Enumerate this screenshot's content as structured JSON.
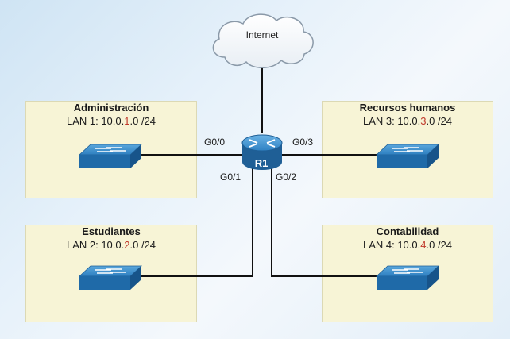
{
  "internet": {
    "label": "Internet"
  },
  "router": {
    "label": "R1",
    "ports": {
      "g0_0": "G0/0",
      "g0_1": "G0/1",
      "g0_2": "G0/2",
      "g0_3": "G0/3"
    }
  },
  "lans": [
    {
      "title": "Administración",
      "net_prefix": "LAN 1: 10.0.",
      "octet": "1",
      "net_suffix": ".0 /24"
    },
    {
      "title": "Estudiantes",
      "net_prefix": "LAN 2: 10.0.",
      "octet": "2",
      "net_suffix": ".0 /24"
    },
    {
      "title": "Recursos humanos",
      "net_prefix": "LAN 3: 10.0.",
      "octet": "3",
      "net_suffix": ".0 /24"
    },
    {
      "title": "Contabilidad",
      "net_prefix": "LAN 4: 10.0.",
      "octet": "4",
      "net_suffix": ".0 /24"
    }
  ],
  "colors": {
    "lan_background": "#f7f4d6",
    "octet_highlight": "#c0392b",
    "device_blue": "#2a78b8",
    "link": "#111111"
  }
}
